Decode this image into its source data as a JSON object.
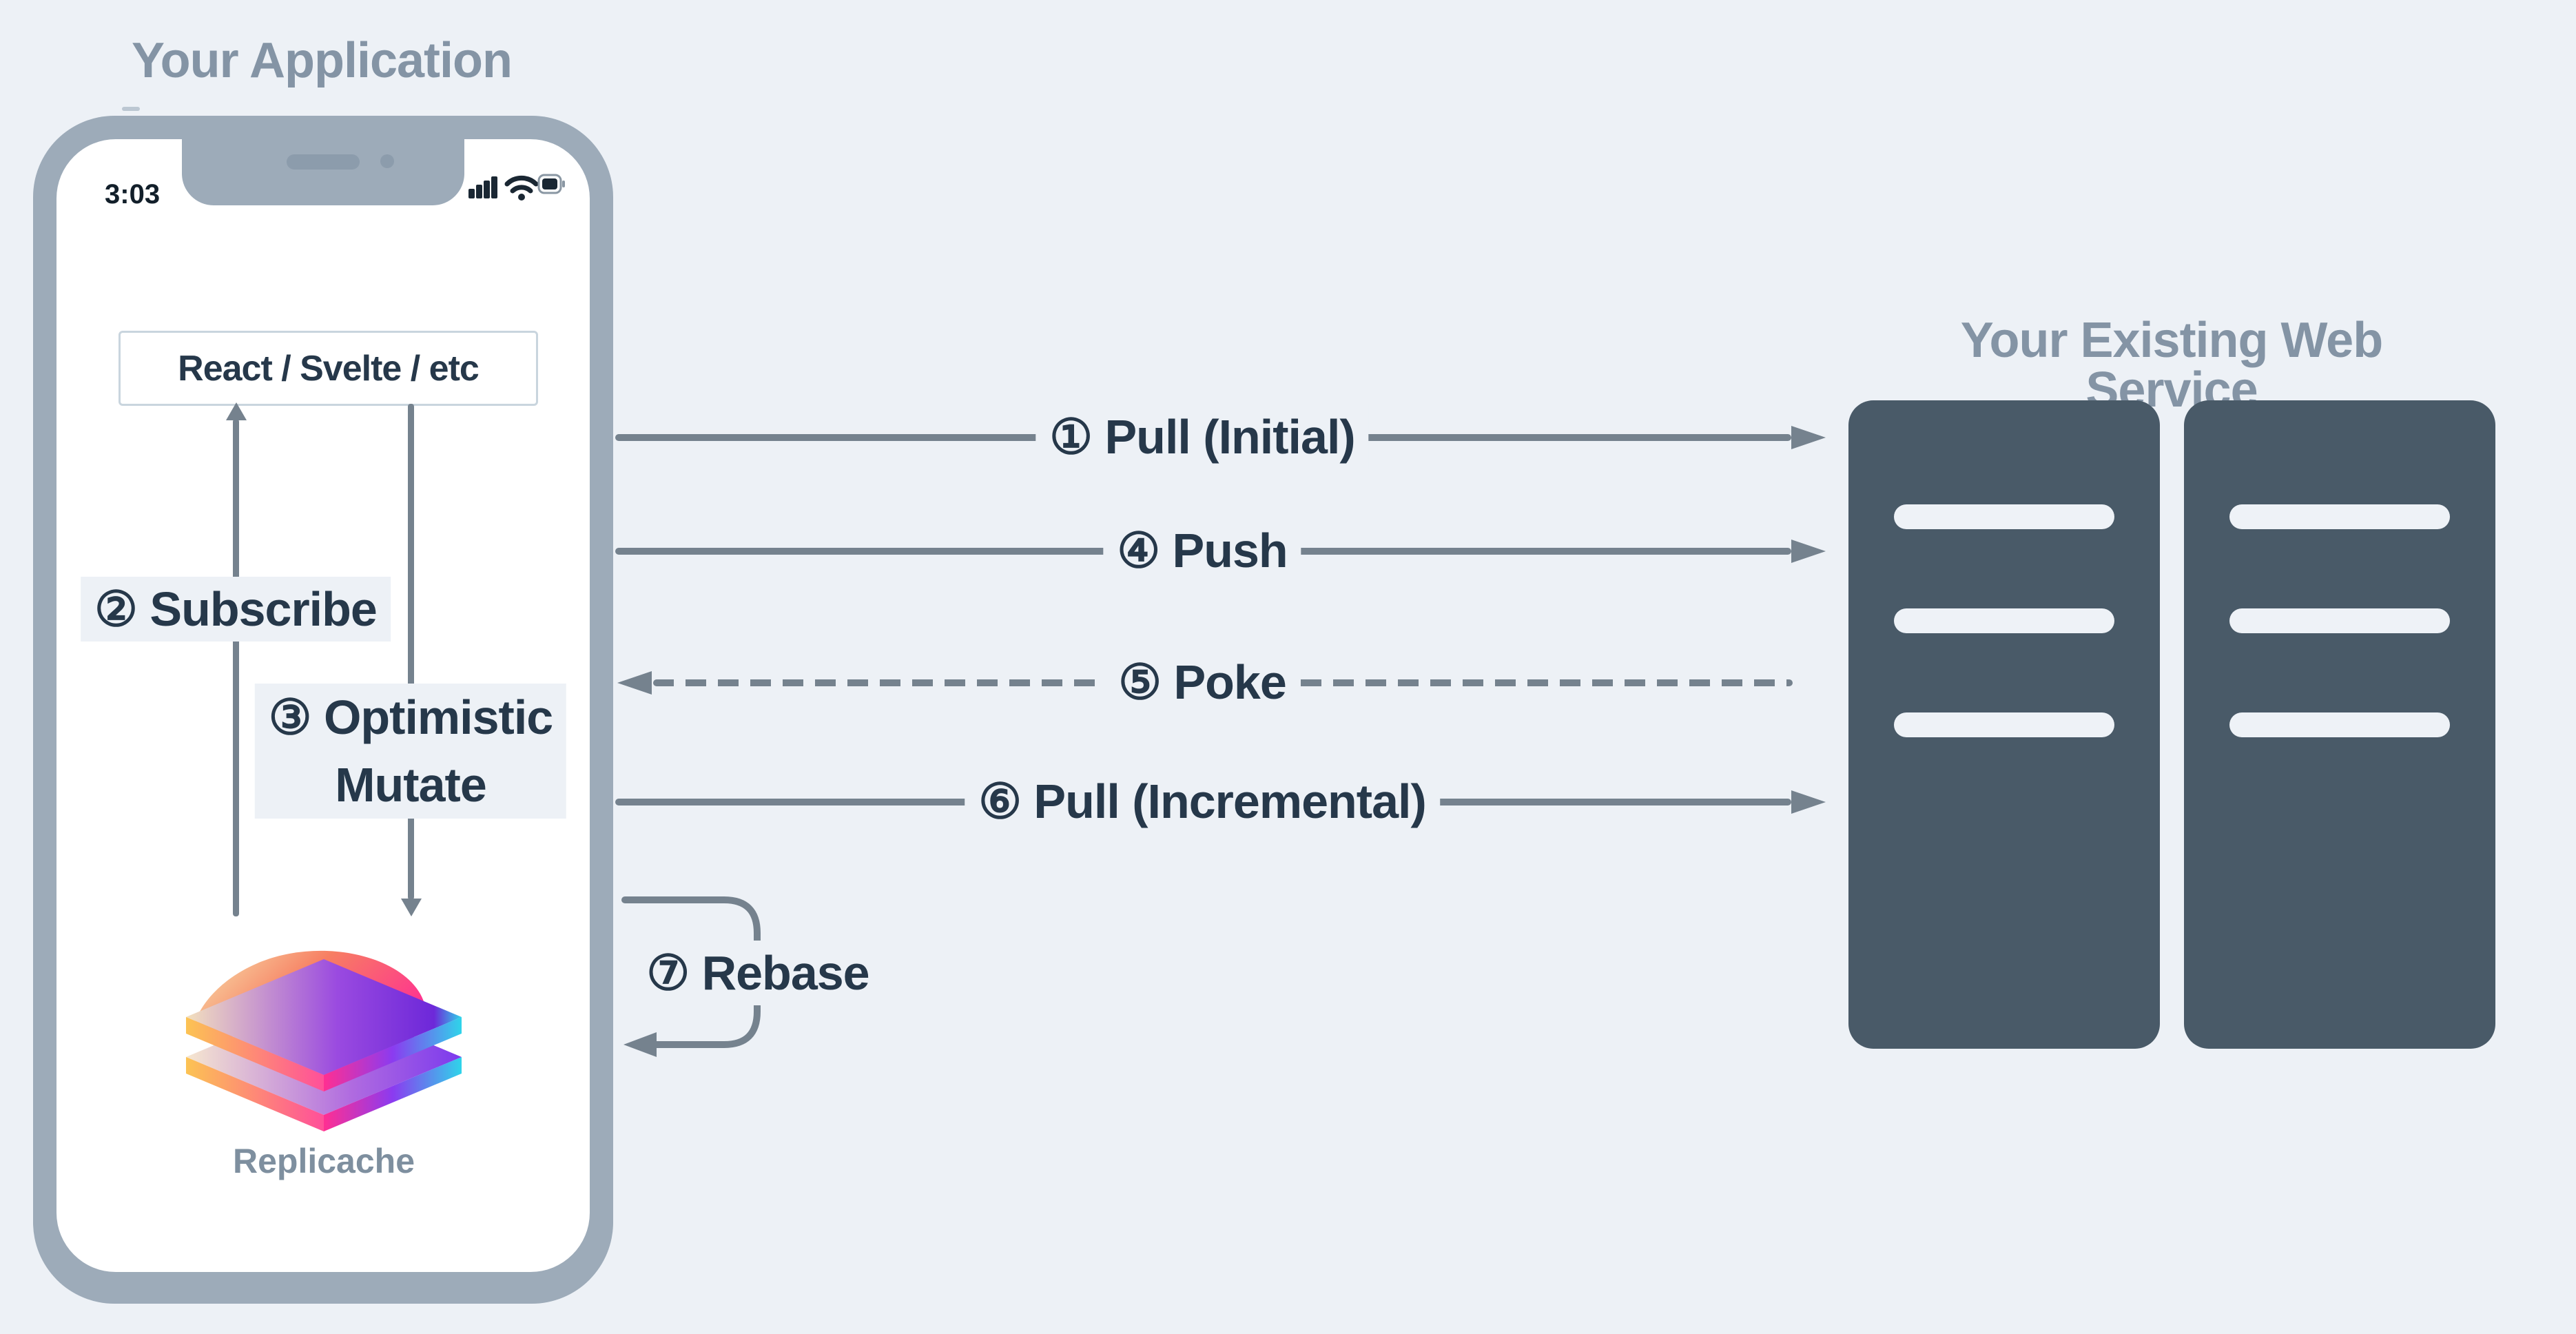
{
  "background": "#edf1f6",
  "app": {
    "title": "Your Application",
    "status": {
      "time": "3:03",
      "icons": [
        "signal-bars-icon",
        "wifi-icon",
        "battery-icon"
      ]
    },
    "framework_box": {
      "label": "React / Svelte / etc"
    },
    "logo": {
      "label": "Replicache"
    },
    "internal_flows": {
      "subscribe": {
        "label": "② Subscribe",
        "direction": "up"
      },
      "optimistic_mutate": {
        "line1": "③ Optimistic",
        "line2": "Mutate",
        "direction": "down"
      }
    }
  },
  "service": {
    "title": "Your Existing Web Service",
    "racks": [
      {
        "slots": 3
      },
      {
        "slots": 3
      }
    ]
  },
  "network_flows": [
    {
      "label": "① Pull (Initial)",
      "style": "solid",
      "direction": "to-service"
    },
    {
      "label": "④ Push",
      "style": "solid",
      "direction": "to-service"
    },
    {
      "label": "⑤ Poke",
      "style": "dashed",
      "direction": "to-app"
    },
    {
      "label": "⑥ Pull (Incremental)",
      "style": "solid",
      "direction": "to-service"
    },
    {
      "label": "⑦ Rebase",
      "style": "loop",
      "direction": "loop-back"
    }
  ],
  "colors": {
    "accent_line": "#75828e",
    "dark_text": "#26384a",
    "muted_text": "#8494a5",
    "phone_frame": "#9dabb9",
    "server_body": "#495a68",
    "logo_gradient": [
      "#f7d9a5",
      "#ff2f92",
      "#6d28d9",
      "#2fd4ea"
    ]
  }
}
